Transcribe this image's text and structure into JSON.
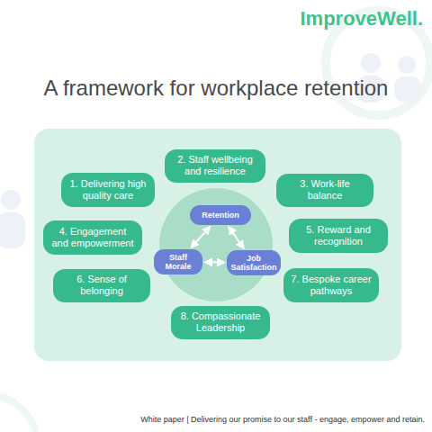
{
  "diagram": {
    "title": "A framework for workplace retention",
    "caption": "White paper | Delivering our promise to our staff - engage, empower and retain.",
    "nodes": [
      {
        "text": [
          "2. Staff wellbeing and resilience"
        ]
      },
      {
        "text": [
          "1. Delivering high quality care"
        ]
      },
      {
        "text": [
          "3. Work-life balance"
        ]
      },
      {
        "text": [
          "Retention"
        ]
      },
      {
        "text": [
          "4. Engagement and empowerment"
        ]
      },
      {
        "text": [
          "5. Reward and recognition"
        ]
      },
      {
        "text": [
          "Staff Morale"
        ]
      },
      {
        "text": [
          "Job Satisfaction"
        ]
      },
      {
        "text": [
          "6. Sense of belonging"
        ]
      },
      {
        "text": [
          "7. Bespoke career pathways"
        ]
      },
      {
        "text": [
          "8. Compassionate Leadership"
        ]
      }
    ],
    "edges": [
      {
        "from": 3,
        "to": 6,
        "arrow": "both"
      },
      {
        "from": 3,
        "to": 7,
        "arrow": "both"
      },
      {
        "from": 6,
        "to": 7,
        "arrow": "both"
      }
    ],
    "labels": [
      "ImproveWell."
    ]
  }
}
